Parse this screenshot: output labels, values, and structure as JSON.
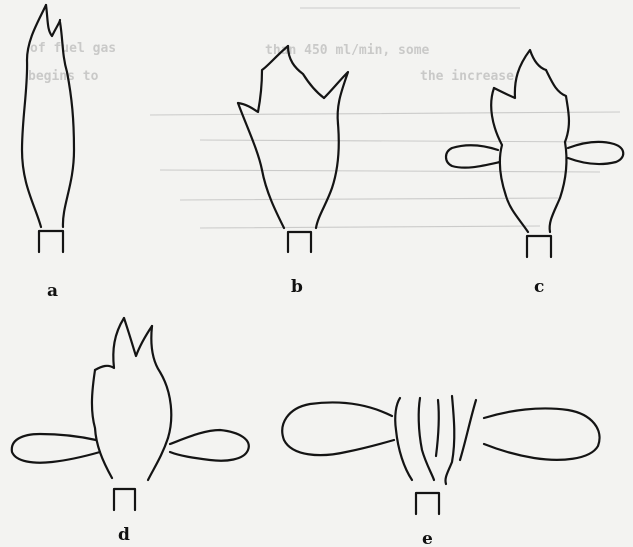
{
  "source_fragment": {
    "line1": "of fuel gas",
    "line1_value": "than 450 ml/min, some",
    "line2": "begins to ",
    "line2_tail": "the increase"
  },
  "figure": {
    "panels": [
      {
        "id": "a",
        "label": "a"
      },
      {
        "id": "b",
        "label": "b"
      },
      {
        "id": "c",
        "label": "c"
      },
      {
        "id": "d",
        "label": "d"
      },
      {
        "id": "e",
        "label": "e"
      }
    ]
  },
  "colors": {
    "ink": "#141414",
    "paper": "#f3f3f1",
    "bleed": "#9c9c9c"
  }
}
